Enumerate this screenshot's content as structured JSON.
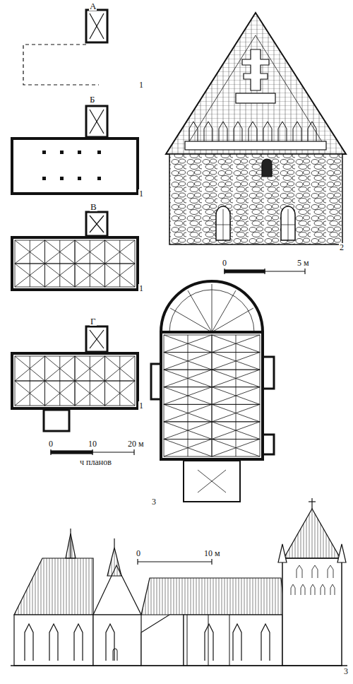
{
  "diagram": {
    "labels": [
      "А",
      "1",
      "Б",
      "1",
      "В",
      "1",
      "Г",
      "1",
      "2",
      "0",
      "5 м",
      "0",
      "10",
      "20 м",
      "ч планов",
      "3",
      "0",
      "10 м",
      "3"
    ]
  }
}
